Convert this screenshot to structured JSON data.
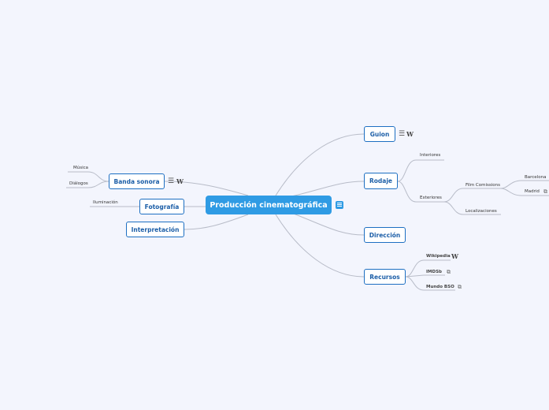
{
  "root": {
    "label": "Producción cinematográfica"
  },
  "right_branches": {
    "guion": {
      "label": "Guion"
    },
    "rodaje": {
      "label": "Rodaje"
    },
    "direccion": {
      "label": "Dirección"
    },
    "recursos": {
      "label": "Recursos"
    }
  },
  "left_branches": {
    "banda_sonora": {
      "label": "Banda sonora"
    },
    "fotografia": {
      "label": "Fotografía"
    },
    "interpretacion": {
      "label": "Interpretación"
    }
  },
  "rodaje_children": {
    "interiores": "Interiores",
    "exteriores": "Exteriores",
    "film_comissions": "Film Comissions",
    "localizaciones": "Localizaciones",
    "barcelona": "Barcelona",
    "madrid": "Madrid"
  },
  "recursos_children": {
    "wikipedia": "Wikipedia",
    "imdb": "IMDSb",
    "mundo_bso": "Mundo BSO"
  },
  "banda_children": {
    "musica": "Música",
    "dialogos": "Diálogos"
  },
  "fotografia_children": {
    "iluminacion": "Iluminación"
  },
  "icons": {
    "wikipedia_glyph": "W",
    "list_glyph": "☰",
    "external_glyph": "⧉"
  },
  "colors": {
    "background": "#f3f5fd",
    "root_fill": "#2f9be4",
    "node_border": "#1d6fc2",
    "link": "#b8bcc8"
  }
}
